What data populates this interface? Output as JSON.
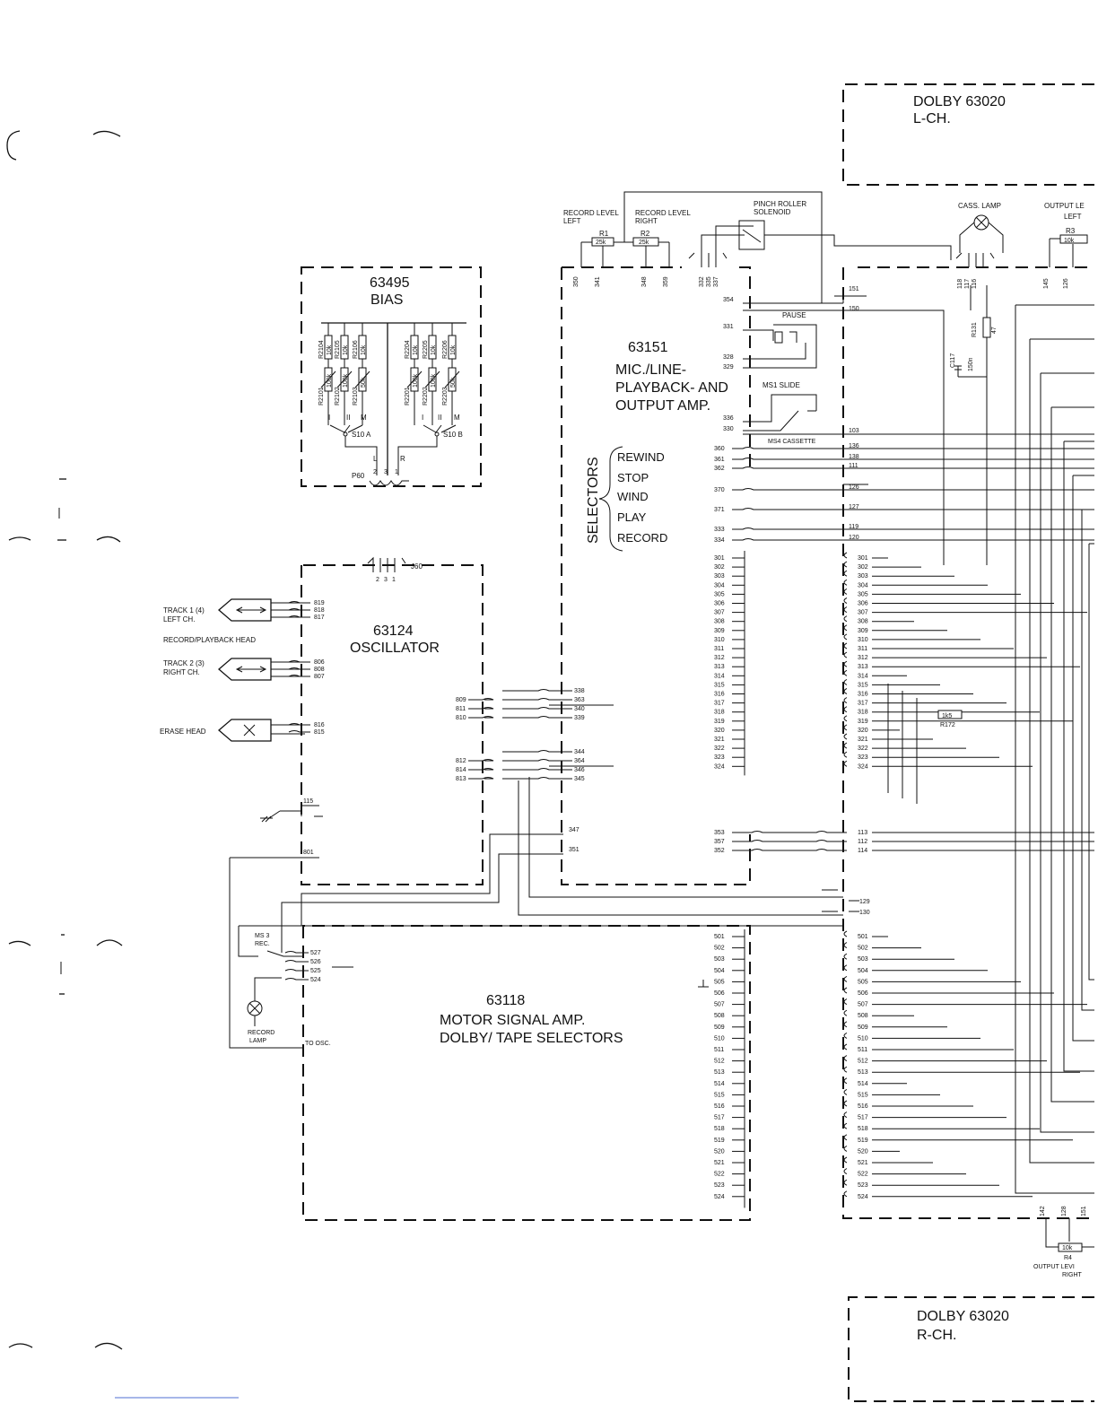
{
  "dolby_l": {
    "title": "DOLBY   63020",
    "sub": "L-CH."
  },
  "dolby_r": {
    "title": "DOLBY   63020",
    "sub": "R-CH."
  },
  "bias": {
    "num": "63495",
    "name": "BIAS",
    "resistors_top": [
      "R2104",
      "R2105",
      "R2106",
      "R2204",
      "R2205",
      "R2206"
    ],
    "resistors_top_vals": [
      "10k",
      "10k",
      "10k",
      "10k",
      "10k",
      "10k"
    ],
    "resistors_var": [
      "R2101",
      "R2102",
      "R2103",
      "R2201",
      "R2202",
      "R2203"
    ],
    "resistors_var_vals": [
      "100k",
      "100k",
      "50k",
      "100k",
      "100k",
      "50k"
    ],
    "switch_a": "S10 A",
    "switch_b": "S10 B",
    "pos_labels": [
      "I",
      "II",
      "M"
    ],
    "lr": [
      "L",
      "R"
    ],
    "connector": "P60",
    "pins": [
      "2",
      "3",
      "1"
    ]
  },
  "oscillator": {
    "num": "63124",
    "name": "OSCILLATOR",
    "connector": "J60",
    "pins": [
      "2",
      "3",
      "1"
    ]
  },
  "heads": {
    "track1": [
      "TRACK 1 (4)",
      "LEFT CH."
    ],
    "rec_head": "RECORD/PLAYBACK HEAD",
    "track2": [
      "TRACK 2 (3)",
      "RIGHT CH."
    ],
    "erase": "ERASE HEAD"
  },
  "osc_pins": {
    "t1": [
      "819",
      "818",
      "817"
    ],
    "t2": [
      "806",
      "808",
      "807"
    ],
    "er": [
      "816",
      "815"
    ],
    "gnd": "115",
    "p801": "801",
    "left_a": [
      "809",
      "811",
      "810"
    ],
    "left_b": [
      "812",
      "814",
      "813"
    ],
    "mid_a": [
      "338",
      "363",
      "340",
      "339"
    ],
    "mid_b": [
      "344",
      "364",
      "346",
      "345"
    ],
    "p347": "347",
    "p351": "351"
  },
  "amp": {
    "num": "63151",
    "name": [
      "MIC./LINE-",
      "PLAYBACK- AND",
      "OUTPUT AMP."
    ],
    "rec_left": [
      "RECORD LEVEL",
      "LEFT"
    ],
    "rec_right": [
      "RECORD LEVEL",
      "RIGHT"
    ],
    "r1": "R1",
    "r1v": "25k",
    "r2": "R2",
    "r2v": "25k",
    "pinch": [
      "PINCH ROLLER",
      "SOLENOID"
    ],
    "top_pins": [
      "350",
      "341",
      "348",
      "359",
      "332",
      "335",
      "337"
    ],
    "p354": "354",
    "p151": "151",
    "p150": "150",
    "pause": "PAUSE",
    "p331": "331",
    "p328": "328",
    "p329": "329",
    "ms1": "MS1 SLIDE",
    "p336": "336",
    "p330": "330",
    "ms4": "MS4 CASSETTE",
    "p103": "103"
  },
  "selectors": {
    "title": "SELECTORS",
    "items": [
      "REWIND",
      "STOP",
      "WIND",
      "PLAY",
      "RECORD"
    ],
    "left_pins": [
      "360",
      "361",
      "362",
      "370",
      "371",
      "333",
      "334"
    ],
    "right_pins": [
      "136",
      "138",
      "111",
      "126",
      "127",
      "119",
      "120"
    ]
  },
  "bus1_left": [
    "301",
    "302",
    "303",
    "304",
    "305",
    "306",
    "307",
    "308",
    "309",
    "310",
    "311",
    "312",
    "313",
    "314",
    "315",
    "316",
    "317",
    "318",
    "319",
    "320",
    "321",
    "322",
    "323",
    "324"
  ],
  "bus1_right": [
    "301",
    "302",
    "303",
    "304",
    "305",
    "306",
    "307",
    "308",
    "309",
    "310",
    "311",
    "312",
    "313",
    "314",
    "315",
    "316",
    "317",
    "318",
    "319",
    "320",
    "321",
    "322",
    "323",
    "324"
  ],
  "bus2_left": [
    "353",
    "357",
    "352"
  ],
  "bus2_right": [
    "113",
    "112",
    "114"
  ],
  "bus3_right": [
    "129",
    "130"
  ],
  "bus5_left": [
    "501",
    "502",
    "503",
    "504",
    "505",
    "506",
    "507",
    "508",
    "509",
    "510",
    "511",
    "512",
    "513",
    "514",
    "515",
    "516",
    "517",
    "518",
    "519",
    "520",
    "521",
    "522",
    "523",
    "524"
  ],
  "bus5_right": [
    "501",
    "502",
    "503",
    "504",
    "505",
    "506",
    "507",
    "508",
    "509",
    "510",
    "511",
    "512",
    "513",
    "514",
    "515",
    "516",
    "517",
    "518",
    "519",
    "520",
    "521",
    "522",
    "523",
    "524"
  ],
  "r172": {
    "val": "1k5",
    "name": "R172"
  },
  "motor": {
    "num": "63118",
    "name": [
      "MOTOR SIGNAL  AMP.",
      "DOLBY/ TAPE  SELECTORS"
    ]
  },
  "ms3": {
    "name": [
      "MS 3",
      "REC."
    ],
    "pins": [
      "527",
      "526",
      "525",
      "524"
    ]
  },
  "record_lamp": [
    "RECORD",
    "LAMP"
  ],
  "to_osc": "TO OSC.",
  "right_top": {
    "cass_lamp": "CASS. LAMP",
    "output_left": [
      "OUTPUT LE",
      "LEFT"
    ],
    "r3": "R3",
    "r3v": "10k",
    "pins": [
      "118",
      "117",
      "116",
      "145",
      "126"
    ],
    "r131": "R131",
    "r131v": "47",
    "c117": "C117",
    "c117v": "150n"
  },
  "right_bot": {
    "pins": [
      "142",
      "128",
      "151"
    ],
    "r4": "R4",
    "r4v": "10k",
    "output_right": [
      "OUTPUT LEVI",
      "RIGHT"
    ]
  }
}
